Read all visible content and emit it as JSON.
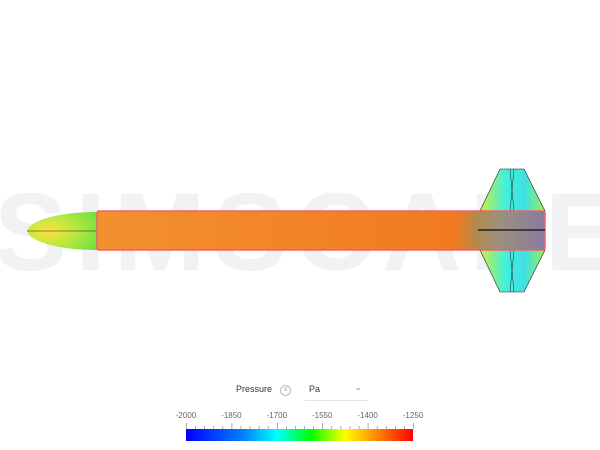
{
  "watermark": "SIMSCALE",
  "legend": {
    "quantity": "Pressure",
    "info_icon": "info-icon",
    "unit": "Pa",
    "unit_dropdown_icon": "chevron-down-icon",
    "tick_labels": [
      "-2000",
      "-1850",
      "-1700",
      "-1550",
      "-1400",
      "-1250"
    ],
    "min": -2000,
    "max": -1250,
    "colormap": [
      "#0000ff",
      "#0080ff",
      "#00ffff",
      "#00ff00",
      "#ffff00",
      "#ff8000",
      "#ff0000"
    ]
  }
}
